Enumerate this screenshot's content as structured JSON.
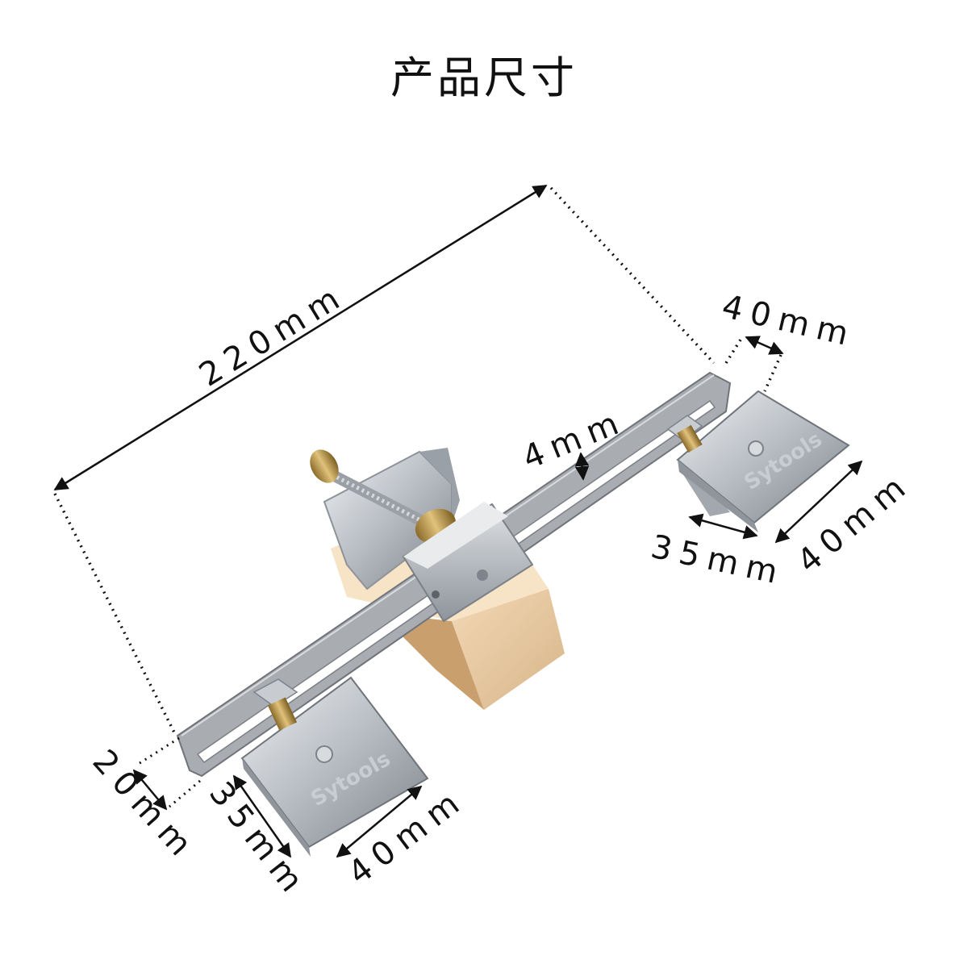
{
  "title": "产品尺寸",
  "brand": "Sytools",
  "dimensions": {
    "overall_length": "220mm",
    "rod_width_right": "40mm",
    "slot_width": "4mm",
    "clamp_right_depth": "35mm",
    "clamp_right_width": "40mm",
    "rod_height_left": "20mm",
    "clamp_left_depth": "35mm",
    "clamp_left_width": "40mm"
  }
}
